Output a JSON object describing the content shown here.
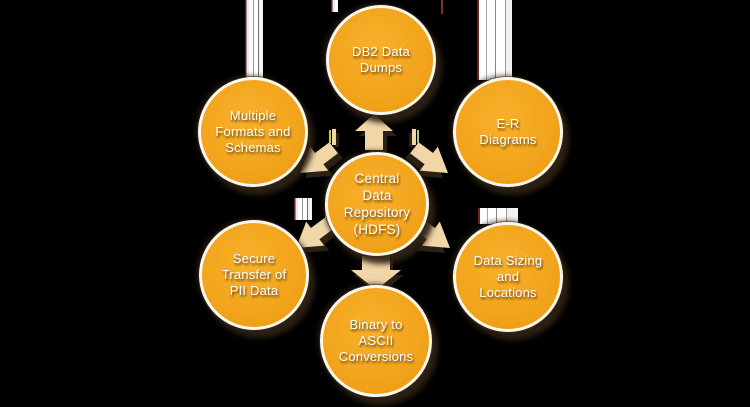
{
  "diagram": {
    "title": "Central Data Repository (HDFS) radial diagram",
    "center": {
      "label": "Central Data Repository (HDFS)",
      "lines": [
        "Central",
        "Data",
        "Repository",
        "(HDFS)"
      ]
    },
    "nodes": {
      "top": {
        "label": "DB2 Data Dumps",
        "lines": [
          "DB2 Data",
          "Dumps"
        ]
      },
      "upper_left": {
        "label": "Multiple Formats and Schemas",
        "lines": [
          "Multiple",
          "Formats and",
          "Schemas"
        ]
      },
      "upper_right": {
        "label": "E-R Diagrams",
        "lines": [
          "E-R",
          "Diagrams"
        ]
      },
      "lower_left": {
        "label": "Secure Transfer of PII Data",
        "lines": [
          "Secure",
          "Transfer of",
          "PII Data"
        ]
      },
      "lower_right": {
        "label": "Data Sizing and Locations",
        "lines": [
          "Data Sizing",
          "and",
          "Locations"
        ]
      },
      "bottom": {
        "label": "Binary to ASCII Conversions",
        "lines": [
          "Binary to",
          "ASCII",
          "Conversions"
        ]
      }
    },
    "arrows": [
      "up",
      "down",
      "upper-left-diagonal",
      "upper-right-diagonal",
      "lower-left-diagonal",
      "lower-right-diagonal"
    ],
    "colors": {
      "background": "#000000",
      "node_fill": "#F2A51D",
      "node_ring": "#FDF8EE",
      "node_shadow": "#2E2214",
      "arrow_fill": "#F1D7A8",
      "arrow_shadow": "#2C2115",
      "text": "#FFFFFF",
      "accent_yellow_green": "#BCC94F",
      "accent_yellow": "#E6C832",
      "accent_pink": "#F29C9C"
    }
  }
}
